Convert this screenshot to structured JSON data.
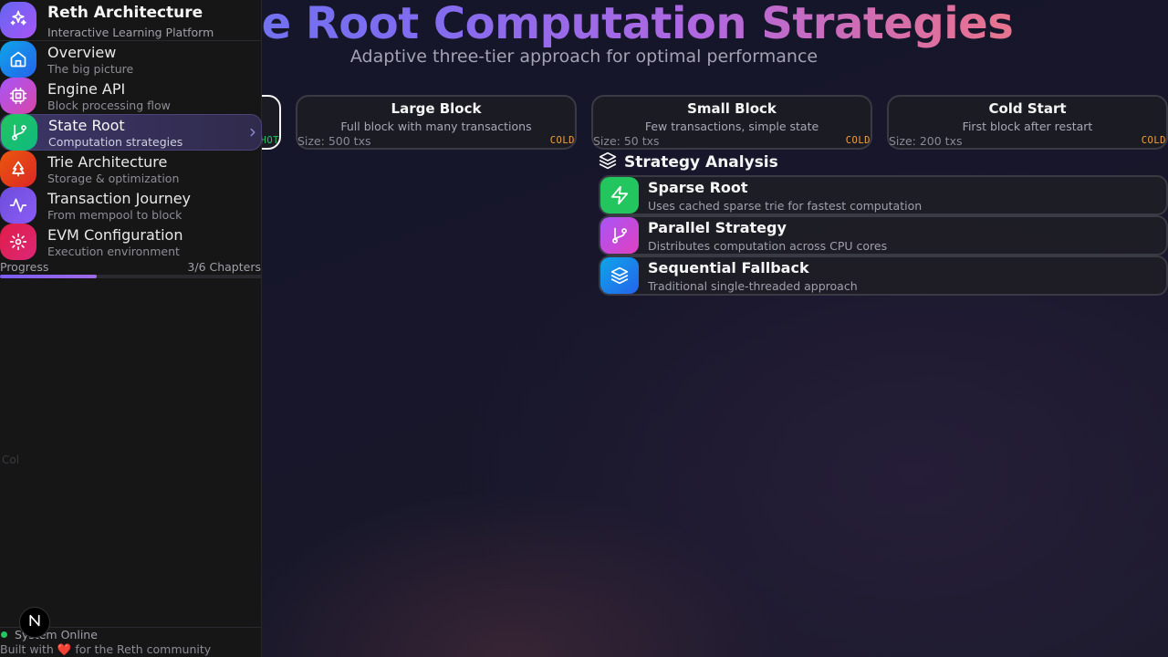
{
  "page": {
    "title": "State Root Computation Strategies",
    "subtitle": "Adaptive three-tier approach for optimal performance"
  },
  "scenarios": [
    {
      "title": "Large Block",
      "description": "Full block with many transactions",
      "size": "Size: 500 txs",
      "badge": "COLD"
    },
    {
      "title": "Small Block",
      "description": "Few transactions, simple state",
      "size": "Size: 50 txs",
      "badge": "COLD"
    },
    {
      "title": "Cold Start",
      "description": "First block after restart",
      "size": "Size: 200 txs",
      "badge": "COLD"
    }
  ],
  "active_scenario": {
    "badge": "HOT"
  },
  "analysis": {
    "title": "Strategy Analysis",
    "strategies": [
      {
        "name": "Sparse Root",
        "description": "Uses cached sparse trie for fastest computation",
        "icon": "lightning-icon",
        "color": "#22c55e"
      },
      {
        "name": "Parallel Strategy",
        "description": "Distributes computation across CPU cores",
        "icon": "git-branch-icon",
        "color": "#c044e0"
      },
      {
        "name": "Sequential Fallback",
        "description": "Traditional single-threaded approach",
        "icon": "layers-icon",
        "color": "#0ea5e9"
      }
    ]
  },
  "sidebar": {
    "brand": {
      "title": "Reth Architecture",
      "subtitle": "Interactive Learning Platform",
      "icon": "sparkles-icon"
    },
    "items": [
      {
        "title": "Overview",
        "subtitle": "The big picture",
        "icon": "home-icon",
        "color": "#0ea5e9"
      },
      {
        "title": "Engine API",
        "subtitle": "Block processing flow",
        "icon": "cpu-icon",
        "color": "#b040d8"
      },
      {
        "title": "State Root",
        "subtitle": "Computation strategies",
        "icon": "git-branch-icon",
        "color": "#22c55e"
      },
      {
        "title": "Trie Architecture",
        "subtitle": "Storage & optimization",
        "icon": "tree-icon",
        "color": "#ea580c"
      },
      {
        "title": "Transaction Journey",
        "subtitle": "From mempool to block",
        "icon": "activity-icon",
        "color": "#7c4ddb"
      },
      {
        "title": "EVM Configuration",
        "subtitle": "Execution environment",
        "icon": "gear-icon",
        "color": "#e11d48"
      }
    ],
    "active_index": 2,
    "progress": {
      "label": "Progress",
      "count": "3/6 Chapters",
      "fraction": 0.37
    },
    "status": "System Online",
    "footer": {
      "prefix": "Built with",
      "heart": "❤️",
      "suffix": "for the Reth community"
    },
    "badge_letter": "N"
  },
  "colors": {
    "accent": "#7c5cf0",
    "hot": "#22c55e",
    "cold": "#f0a040"
  }
}
